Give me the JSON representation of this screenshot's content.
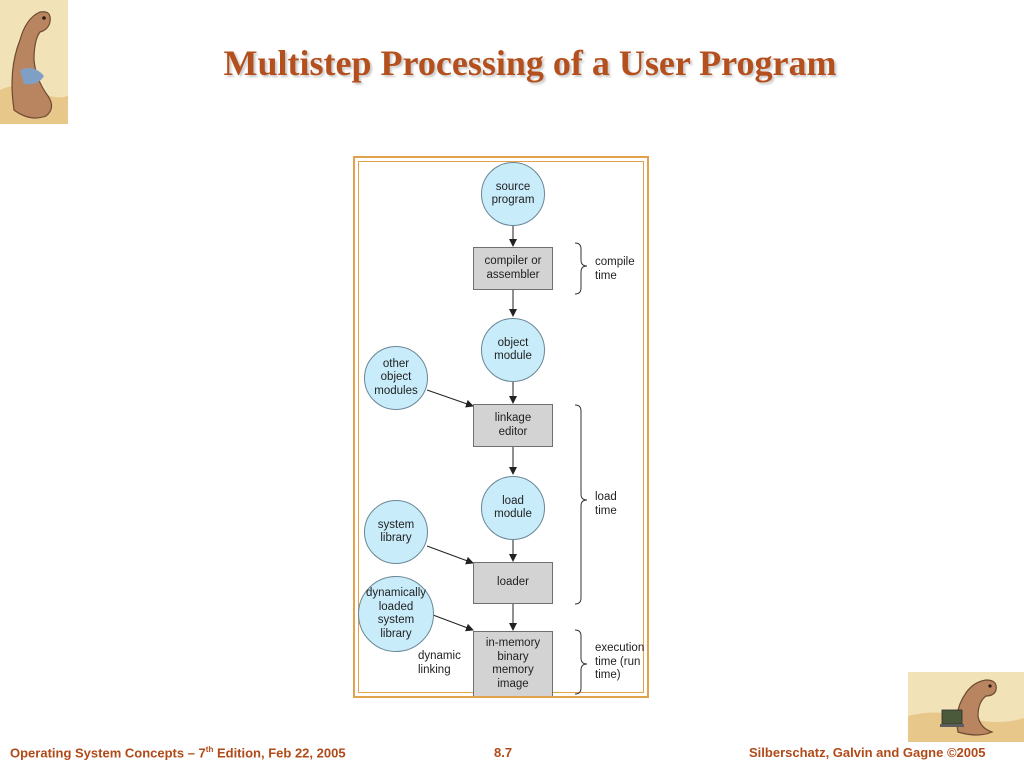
{
  "slide": {
    "title": "Multistep Processing of a User Program"
  },
  "diagram": {
    "nodes": {
      "source_program": "source\nprogram",
      "compiler": "compiler or\nassembler",
      "object_module": "object\nmodule",
      "other_object_modules": "other\nobject\nmodules",
      "linkage_editor": "linkage\neditor",
      "load_module": "load\nmodule",
      "system_library": "system\nlibrary",
      "loader": "loader",
      "dynamically_loaded": "dynamically\nloaded\nsystem\nlibrary",
      "in_memory": "in-memory\nbinary\nmemory\nimage"
    },
    "labels": {
      "compile_time": "compile\ntime",
      "load_time": "load\ntime",
      "execution_time": "execution\ntime (run\ntime)",
      "dynamic_linking": "dynamic\nlinking"
    },
    "colors": {
      "circle_fill": "#c9ecfb",
      "box_fill": "#d3d3d3",
      "frame": "#e0a24c"
    }
  },
  "footer": {
    "left_main": "Operating System Concepts – 7",
    "left_sup": "th",
    "left_rest": " Edition, Feb 22, 2005",
    "center": "8.7",
    "right": "Silberschatz, Galvin and Gagne ©2005"
  },
  "brand": {
    "title_color": "#b4501e",
    "footer_color": "#b04a18"
  }
}
